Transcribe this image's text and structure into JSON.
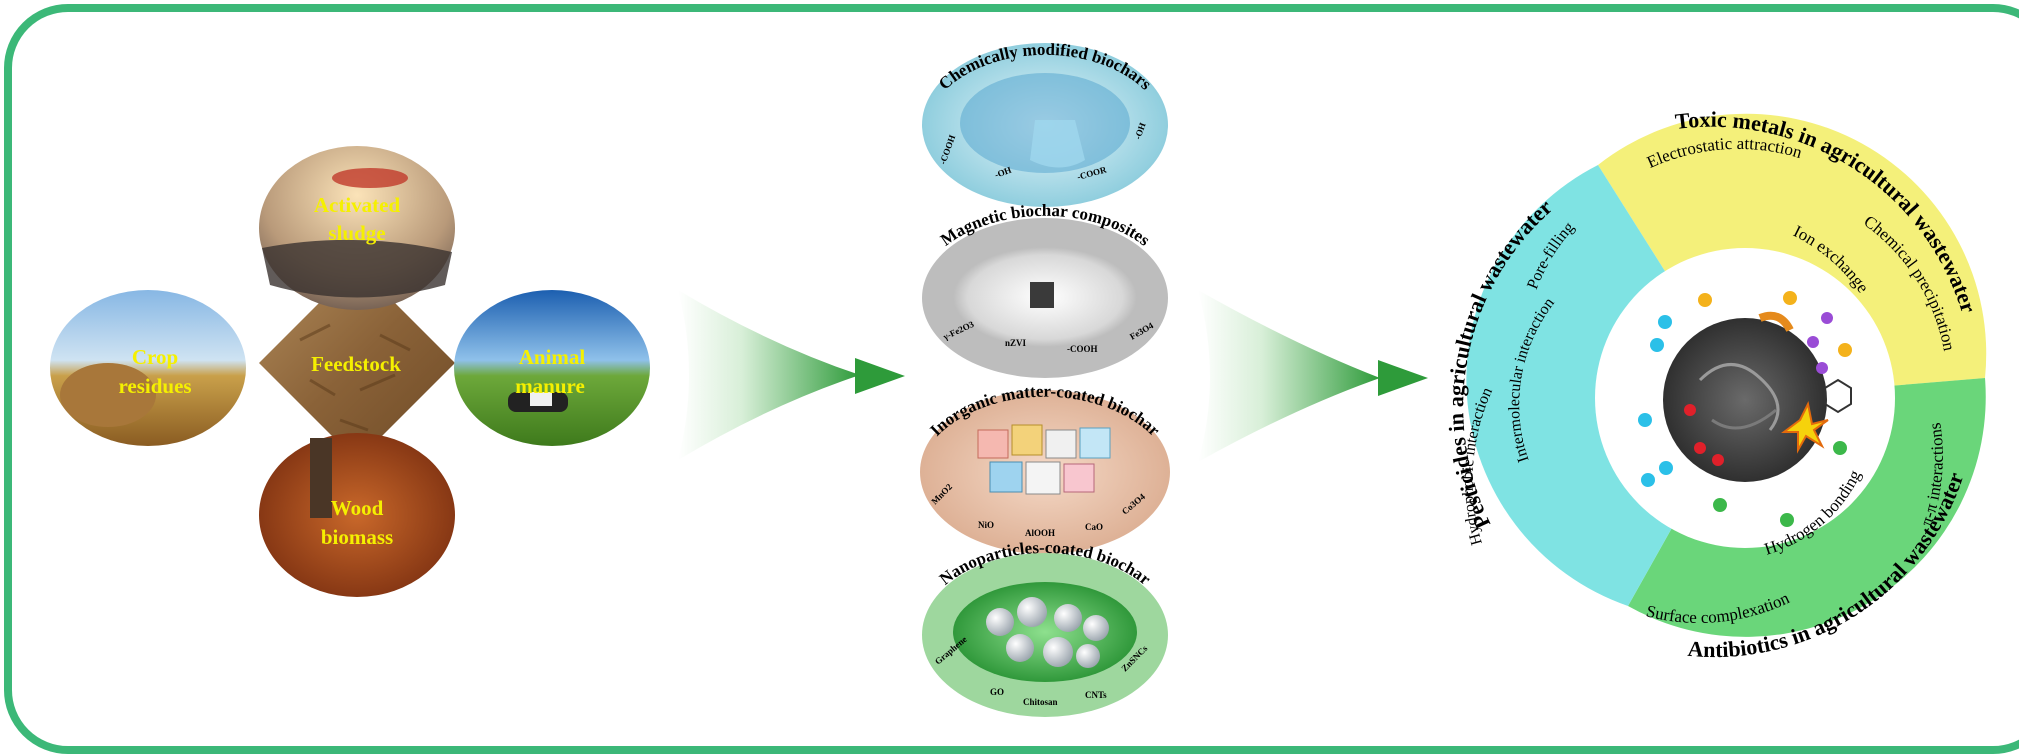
{
  "feedstock": {
    "center": "Feedstock",
    "sludge": [
      "Activated",
      "sludge"
    ],
    "crop": [
      "Crop",
      "residues"
    ],
    "manure": [
      "Animal",
      "manure"
    ],
    "wood": [
      "Wood",
      "biomass"
    ]
  },
  "biochars": {
    "chemical": {
      "title": "Chemically modified biochars",
      "groups": [
        "-COOH",
        "-OH",
        "-COOR",
        "-OH"
      ]
    },
    "magnetic": {
      "title": "Magnetic biochar composites",
      "items": [
        "γ-Fe2O3",
        "nZVI",
        "-COOH",
        "Fe3O4"
      ]
    },
    "inorganic": {
      "title": "Inorganic matter-coated biochar",
      "items": [
        "MnO2",
        "NiO",
        "AlOOH",
        "CaO",
        "Co3O4"
      ]
    },
    "nano": {
      "title": "Nanoparticles-coated biochar",
      "items": [
        "Graphene",
        "GO",
        "Chitosan",
        "CNTs",
        "ZnSNCs"
      ]
    }
  },
  "wheel": {
    "toxic_title": "Toxic metals in agricultural wastewater",
    "antibiotics_title": "Antibiotics in agricultural wastewater",
    "pesticides_title": "Pesticides in agricultural wastewater",
    "electrostatic": "Electrostatic attraction",
    "ion_exchange": "Ion exchange",
    "chem_precip": "Chemical precipitation",
    "pi_pi": "π-π interactions",
    "hydrogen": "Hydrogen bonding",
    "surface": "Surface complexation",
    "pore": "Pore-filling",
    "intermolecular": "Intermolecular interaction",
    "hydrophobic": "Hydrophobic interaction"
  },
  "colors": {
    "frame": "#3cb878",
    "arrow": "#2e9b3a",
    "label_yellow": "#f5f000",
    "toxic": "#f4f07a",
    "antibiotics": "#6ad67a",
    "pesticides": "#7fe3e3"
  }
}
